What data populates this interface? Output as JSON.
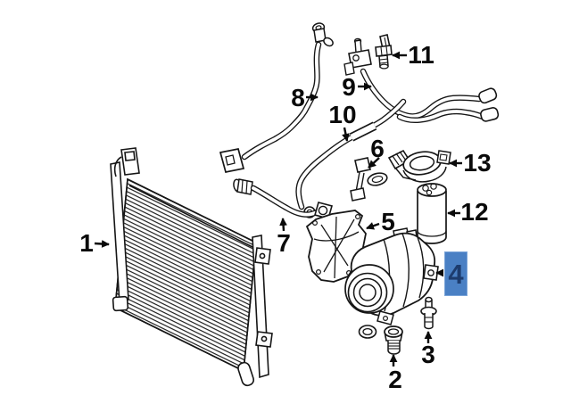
{
  "diagram": {
    "callouts": [
      {
        "label": "1",
        "highlighted": false
      },
      {
        "label": "2",
        "highlighted": false
      },
      {
        "label": "3",
        "highlighted": false
      },
      {
        "label": "4",
        "highlighted": true
      },
      {
        "label": "5",
        "highlighted": false
      },
      {
        "label": "6",
        "highlighted": false
      },
      {
        "label": "7",
        "highlighted": false
      },
      {
        "label": "8",
        "highlighted": false
      },
      {
        "label": "9",
        "highlighted": false
      },
      {
        "label": "10",
        "highlighted": false
      },
      {
        "label": "11",
        "highlighted": false
      },
      {
        "label": "12",
        "highlighted": false
      },
      {
        "label": "13",
        "highlighted": false
      }
    ],
    "colors": {
      "background": "#ffffff",
      "line": "#161616",
      "highlight_fill": "#4a80c4",
      "highlight_border": "#7aa4d8",
      "highlight_text": "#1d3c6e"
    }
  }
}
